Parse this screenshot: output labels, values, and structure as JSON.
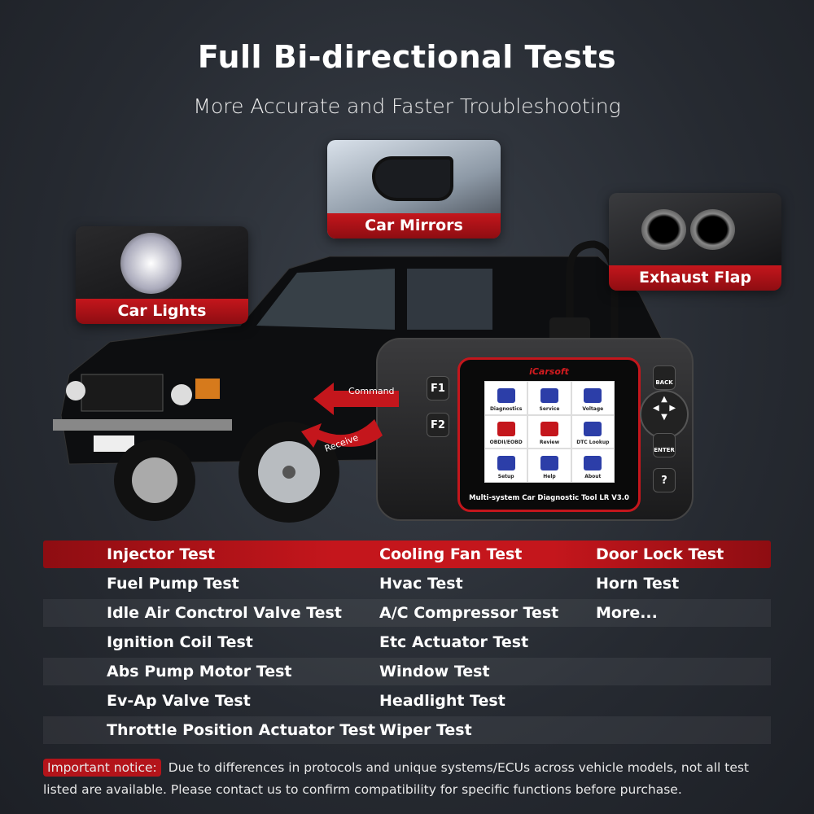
{
  "header": {
    "title": "Full Bi-directional Tests",
    "subtitle": "More Accurate and Faster Troubleshooting"
  },
  "callouts": {
    "mirrors": "Car Mirrors",
    "lights": "Car Lights",
    "exhaust": "Exhaust Flap"
  },
  "arrows": {
    "command": "Command",
    "receive": "Receive"
  },
  "device": {
    "brand": "iCarsoft",
    "model": "Multi-system Car Diagnostic Tool LR V3.0",
    "f1": "F1",
    "f2": "F2",
    "back": "BACK",
    "enter": "ENTER",
    "help": "?",
    "menu": [
      "Diagnostics",
      "Service",
      "Voltage",
      "OBDII/EOBD",
      "Review",
      "DTC Lookup",
      "Setup",
      "Help",
      "About"
    ]
  },
  "tests": [
    [
      "Injector Test",
      "Cooling Fan Test",
      "Door Lock Test"
    ],
    [
      "Fuel Pump Test",
      "Hvac Test",
      "Horn Test"
    ],
    [
      "Idle Air Conctrol Valve Test",
      "A/C Compressor Test",
      "More..."
    ],
    [
      "Ignition Coil Test",
      "Etc Actuator Test",
      ""
    ],
    [
      "Abs Pump Motor Test",
      "Window Test",
      ""
    ],
    [
      "Ev-Ap Valve Test",
      "Headlight Test",
      ""
    ],
    [
      "Throttle Position Actuator Test",
      "Wiper Test",
      ""
    ]
  ],
  "notice": {
    "label": "Important notice:",
    "text": "Due to differences in protocols and unique systems/ECUs across vehicle models, not all test listed are available. Please contact us to confirm compatibility for specific functions before purchase."
  },
  "colors": {
    "accent": "#c4161c",
    "background": "#2a2f36"
  }
}
